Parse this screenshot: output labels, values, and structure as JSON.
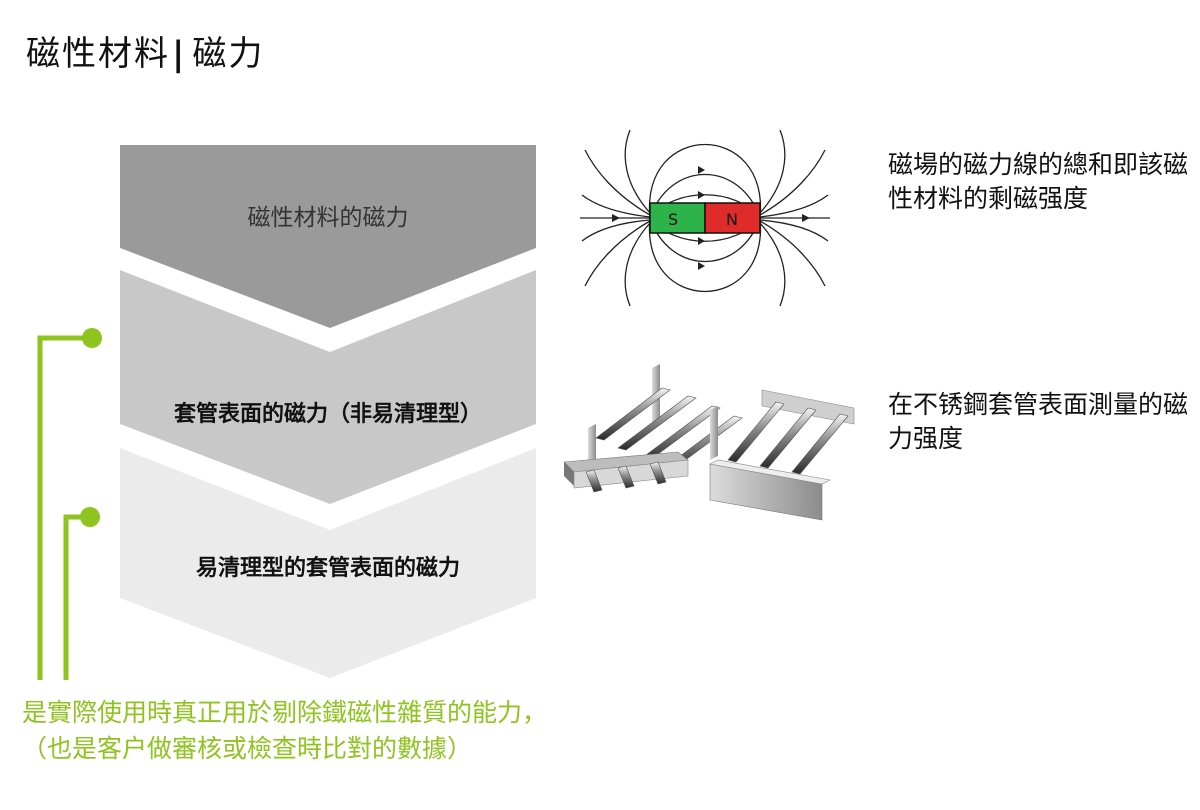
{
  "title": {
    "main": "磁性材料",
    "separator": "|",
    "sub": "磁力"
  },
  "chevrons": [
    {
      "label": "磁性材料的磁力",
      "color": "#9a9a9a"
    },
    {
      "label": "套管表面的磁力（非易清理型）",
      "color": "#c8c8c8"
    },
    {
      "label": "易清理型的套管表面的磁力",
      "color": "#ebebeb"
    }
  ],
  "magnet": {
    "south_label": "S",
    "north_label": "N",
    "south_color": "#2db34a",
    "north_color": "#e02b2b"
  },
  "descriptions": {
    "magnetic_field": "磁場的磁力線的總和即該磁性材料的剩磁强度",
    "tube_surface": "在不锈鋼套管表面測量的磁力强度"
  },
  "note": "是實際使用時真正用於剔除鐵磁性雜質的能力，（也是客户做審核或檢查時比對的數據）",
  "accent_color": "#8fc31f"
}
